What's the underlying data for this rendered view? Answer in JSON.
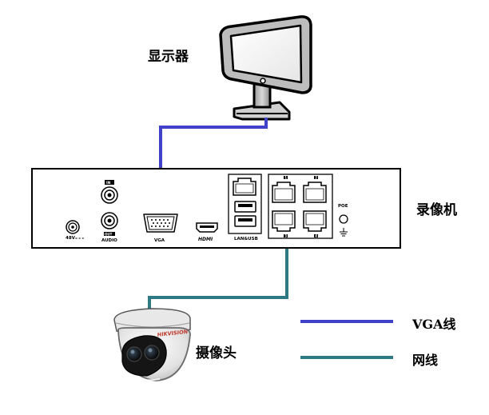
{
  "labels": {
    "monitor": "显示器",
    "recorder": "录像机",
    "camera": "摄像头"
  },
  "legend": {
    "vga": "VGA线",
    "network": "网线"
  },
  "panel": {
    "power": "48V",
    "audio_in": "IN",
    "audio_out": "OUT",
    "audio": "AUDIO",
    "vga": "VGA",
    "hdmi": "HDMI",
    "lan_usb": "LAN&USB",
    "poe": "POE",
    "poe_ports": [
      "1",
      "2",
      "3",
      "4"
    ]
  },
  "camera_brand": "HIKVISION",
  "colors": {
    "vga_cable": "#3f41c8",
    "network_cable": "#2d7a85",
    "outline": "#000000",
    "panel_fill": "#ffffff"
  },
  "icons": {
    "monitor": "monitor-icon",
    "camera": "dome-camera-icon",
    "ground": "ground-icon"
  }
}
